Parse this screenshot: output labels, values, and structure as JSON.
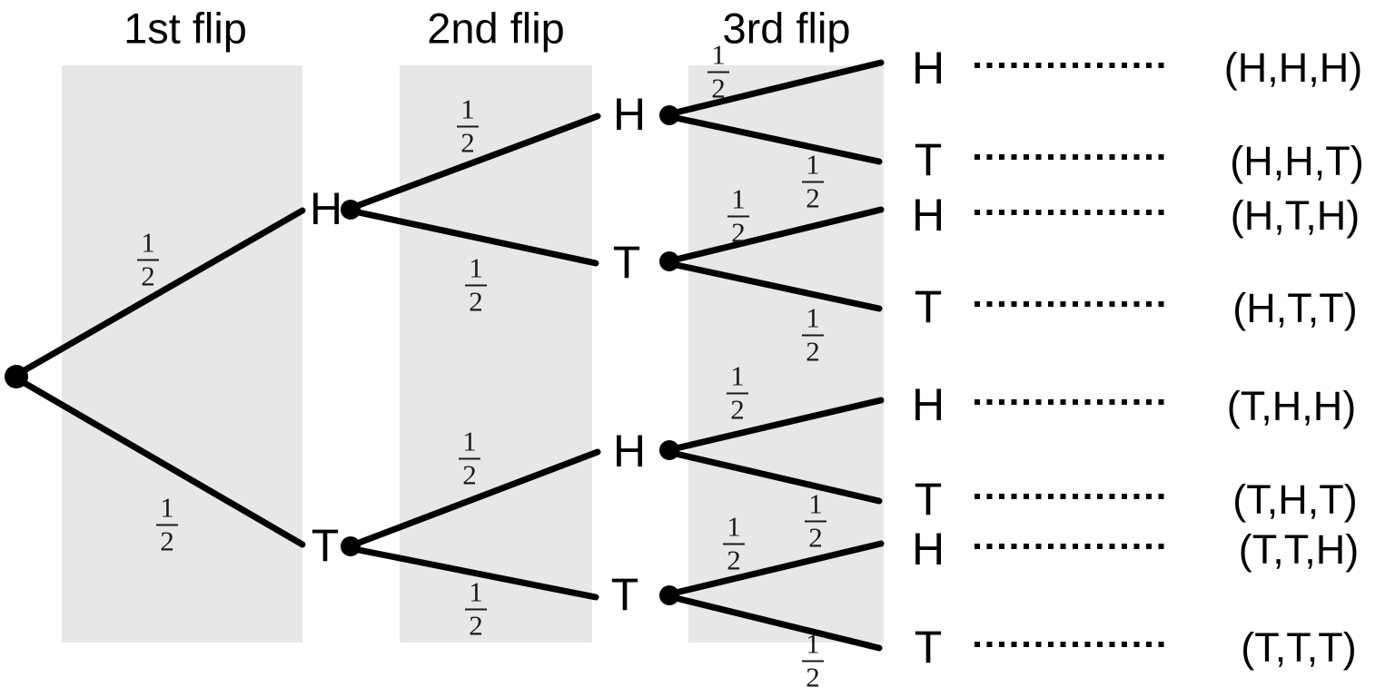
{
  "headers": [
    {
      "label": "1st flip"
    },
    {
      "label": "2nd flip"
    },
    {
      "label": "3rd flip"
    }
  ],
  "probability": {
    "num": "1",
    "den": "2"
  },
  "tree": {
    "level1": [
      {
        "label": "H"
      },
      {
        "label": "T"
      }
    ],
    "level2": [
      {
        "label": "H"
      },
      {
        "label": "T"
      },
      {
        "label": "H"
      },
      {
        "label": "T"
      }
    ],
    "leaves": [
      {
        "label": "H",
        "outcome": "(H,H,H)"
      },
      {
        "label": "T",
        "outcome": "(H,H,T)"
      },
      {
        "label": "H",
        "outcome": "(H,T,H)"
      },
      {
        "label": "T",
        "outcome": "(H,T,T)"
      },
      {
        "label": "H",
        "outcome": "(T,H,H)"
      },
      {
        "label": "T",
        "outcome": "(T,H,T)"
      },
      {
        "label": "H",
        "outcome": "(T,T,H)"
      },
      {
        "label": "T",
        "outcome": "(T,T,T)"
      }
    ]
  },
  "colors": {
    "band": "#e7e7e7",
    "line": "#000000"
  }
}
